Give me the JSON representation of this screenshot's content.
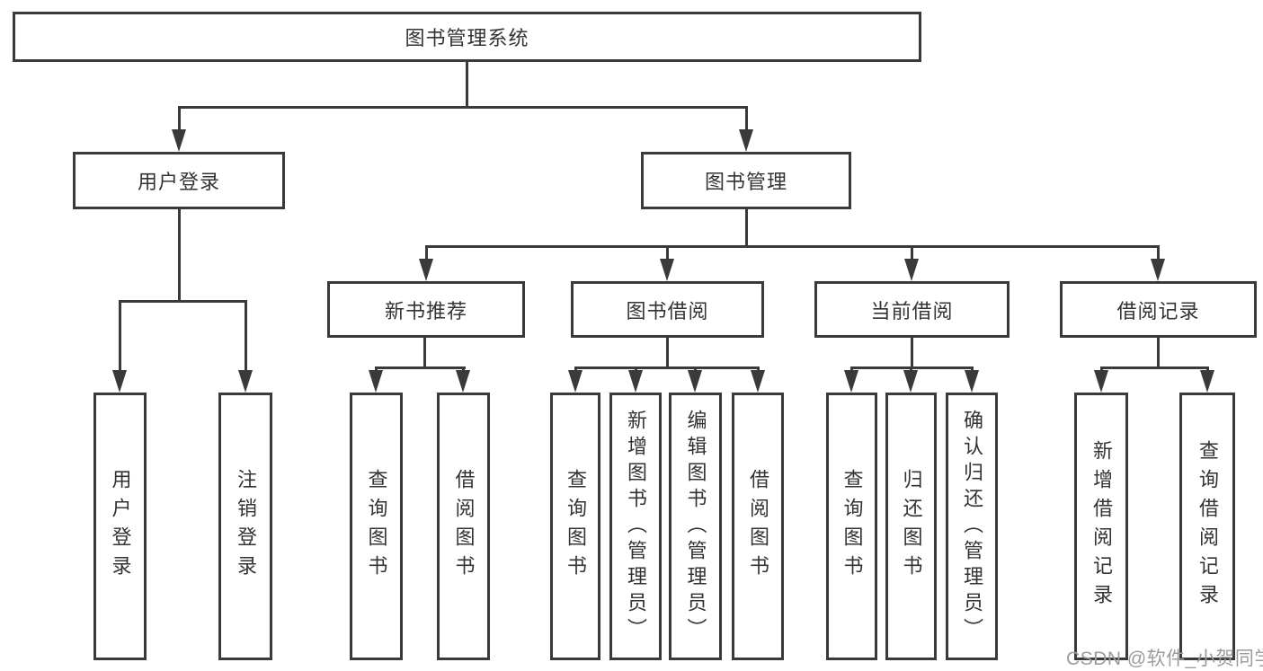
{
  "diagram": {
    "root": {
      "label": "图书管理系统"
    },
    "level2": [
      {
        "label": "用户登录"
      },
      {
        "label": "图书管理"
      }
    ],
    "level3": [
      {
        "label": "新书推荐"
      },
      {
        "label": "图书借阅"
      },
      {
        "label": "当前借阅"
      },
      {
        "label": "借阅记录"
      }
    ],
    "leaves": [
      {
        "group": "用户登录",
        "label": "用户登录"
      },
      {
        "group": "用户登录",
        "label": "注销登录"
      },
      {
        "group": "新书推荐",
        "label": "查询图书"
      },
      {
        "group": "新书推荐",
        "label": "借阅图书"
      },
      {
        "group": "图书借阅",
        "label": "查询图书"
      },
      {
        "group": "图书借阅",
        "label": "新增图书（管理员）"
      },
      {
        "group": "图书借阅",
        "label": "编辑图书（管理员）"
      },
      {
        "group": "图书借阅",
        "label": "借阅图书"
      },
      {
        "group": "当前借阅",
        "label": "查询图书"
      },
      {
        "group": "当前借阅",
        "label": "归还图书"
      },
      {
        "group": "当前借阅",
        "label": "确认归还（管理员）"
      },
      {
        "group": "借阅记录",
        "label": "新增借阅记录"
      },
      {
        "group": "借阅记录",
        "label": "查询借阅记录"
      }
    ],
    "watermark": {
      "text": "CSDN @软件_小贺同学",
      "color": "#9c9c9c"
    },
    "colors": {
      "line": "#3a3a3a",
      "text": "#333333",
      "background": "#ffffff"
    }
  }
}
